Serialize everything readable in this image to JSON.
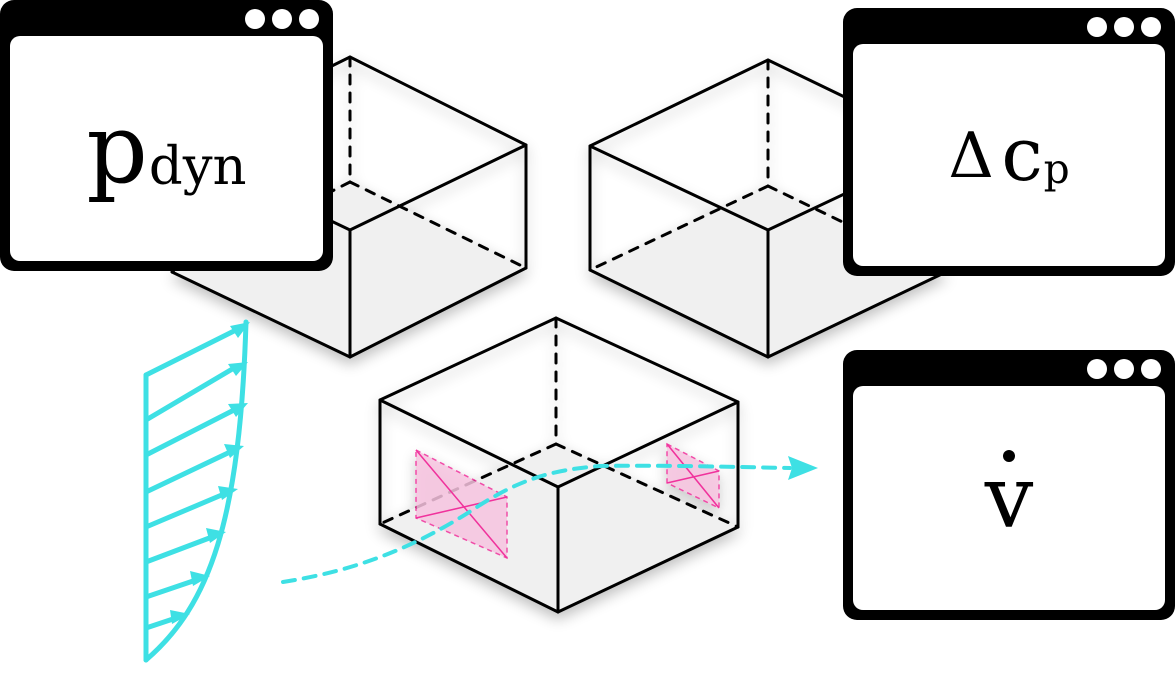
{
  "windows": {
    "pdyn": {
      "symbol": "p",
      "subscript": "dyn"
    },
    "dcp": {
      "delta": "Δ",
      "symbol": "c",
      "subscript": "p"
    },
    "vdot": {
      "symbol": "v"
    }
  },
  "colors": {
    "flow": "#3ee0e4",
    "section": "#f0319c",
    "section_fill": "#f7c4e0",
    "box_floor": "#f0f0f0",
    "line": "#000000"
  },
  "icons": [
    "window-dots-icon",
    "velocity-profile-arrows",
    "streamline-arrow"
  ]
}
